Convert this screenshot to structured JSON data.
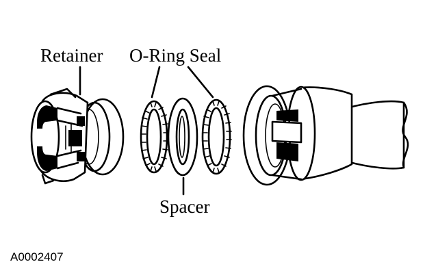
{
  "labels": {
    "retainer": "Retainer",
    "oring_seal": "O-Ring Seal",
    "spacer": "Spacer"
  },
  "figure_id": "A0002407",
  "colors": {
    "ink": "#000000",
    "background": "#ffffff"
  }
}
